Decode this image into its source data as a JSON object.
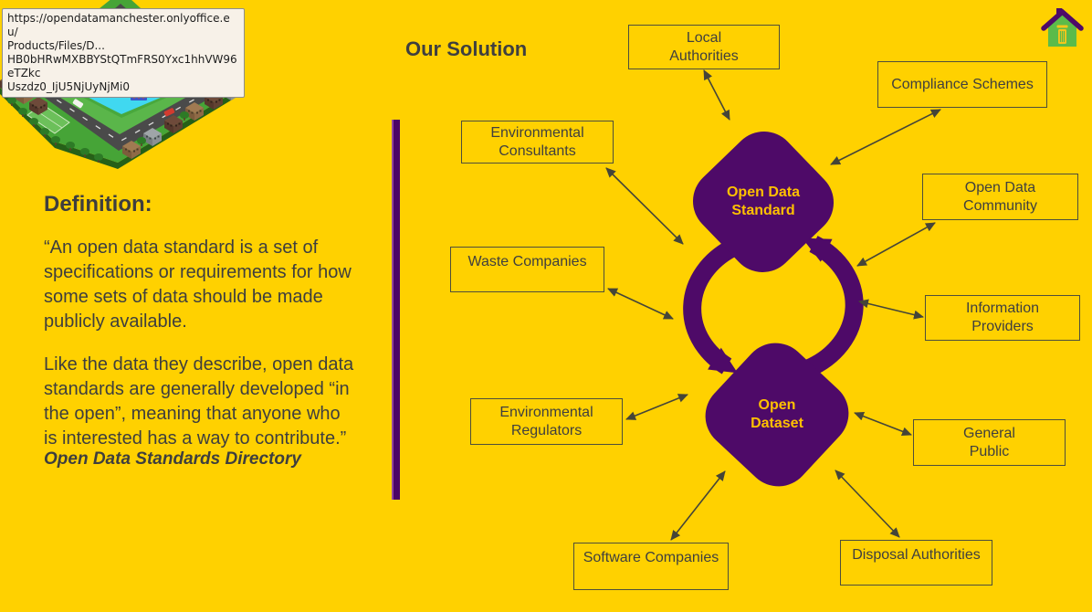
{
  "browser": {
    "link_preview": "https://opendatamanchester.onlyoffice.eu/\nProducts/Files/D...\nHB0bHRwMXBBYStQTmFRS0Yxc1hhVW96eTZkc\nUszdz0_IjU5NjUyNjMi0"
  },
  "slide": {
    "title": "Our Solution",
    "definition": {
      "heading": "Definition:",
      "quote_part1": "“An open data standard is a set of\nspecifications or requirements for how\nsome sets of data should be made\npublicly available.",
      "quote_part2": "Like the data they describe, open data\nstandards are generally developed “in\nthe open”, meaning that anyone who\nis interested has a way to contribute.”",
      "source": "Open Data Standards Directory"
    },
    "diagram": {
      "nodes": [
        {
          "id": "open-data-standard",
          "label": "Open Data\nStandard"
        },
        {
          "id": "open-dataset",
          "label": "Open\nDataset"
        }
      ],
      "stakeholders": [
        {
          "id": "local-authorities",
          "label": "Local\nAuthorities"
        },
        {
          "id": "compliance-schemes",
          "label": "Compliance Schemes"
        },
        {
          "id": "environmental-consultants",
          "label": "Environmental\nConsultants"
        },
        {
          "id": "open-data-community",
          "label": "Open Data\nCommunity"
        },
        {
          "id": "waste-companies",
          "label": "Waste Companies"
        },
        {
          "id": "information-providers",
          "label": "Information\nProviders"
        },
        {
          "id": "environmental-regulators",
          "label": "Environmental\nRegulators"
        },
        {
          "id": "general-public",
          "label": "General\nPublic"
        },
        {
          "id": "software-companies",
          "label": "Software Companies"
        },
        {
          "id": "disposal-authorities",
          "label": "Disposal Authorities"
        }
      ]
    },
    "colors": {
      "background": "#FFD100",
      "node_purple": "#4E0A68",
      "node_text_yellow": "#FFC000",
      "text_dark": "#3F3F3F",
      "connector_gray": "#454538",
      "divider_purple": "#4C0467",
      "logo_green": "#5BBB4A"
    }
  }
}
